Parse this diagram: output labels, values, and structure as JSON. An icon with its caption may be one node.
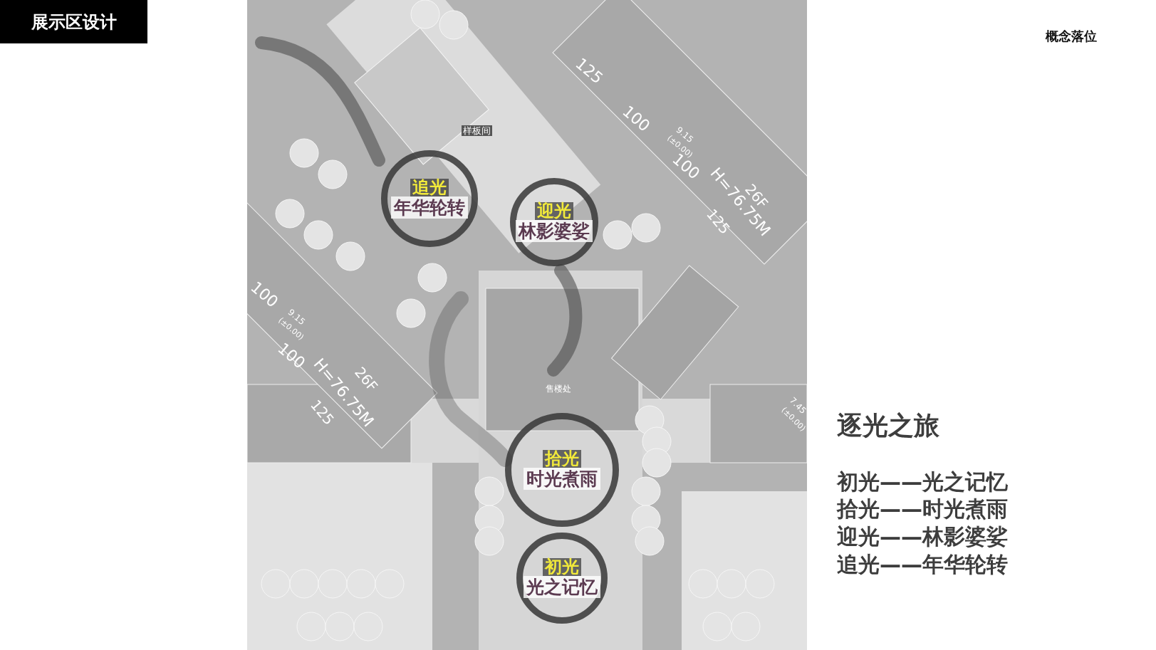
{
  "diagram": {
    "title": "展示区设计",
    "nodes": [
      {
        "text": [
          "追光",
          "年华轮转"
        ]
      },
      {
        "text": [
          "迎光",
          "林影婆娑"
        ]
      },
      {
        "text": [
          "拾光",
          "时光煮雨"
        ]
      },
      {
        "text": [
          "初光",
          "光之记忆"
        ]
      }
    ],
    "edges": [],
    "labels": [
      "概念落位",
      "125",
      "100",
      "9.15",
      "(±0.00)",
      "100",
      "H=76.75M",
      "26F",
      "125",
      "样板间",
      "100",
      "9.15",
      "(±0.00)",
      "100",
      "H=76.75M",
      "26F",
      "125",
      "售楼处",
      "7.45",
      "(±0.00)",
      "逐光之旅",
      "初光——光之记忆",
      "拾光——时光煮雨",
      "迎光——林影婆娑",
      "追光——年华轮转"
    ]
  }
}
